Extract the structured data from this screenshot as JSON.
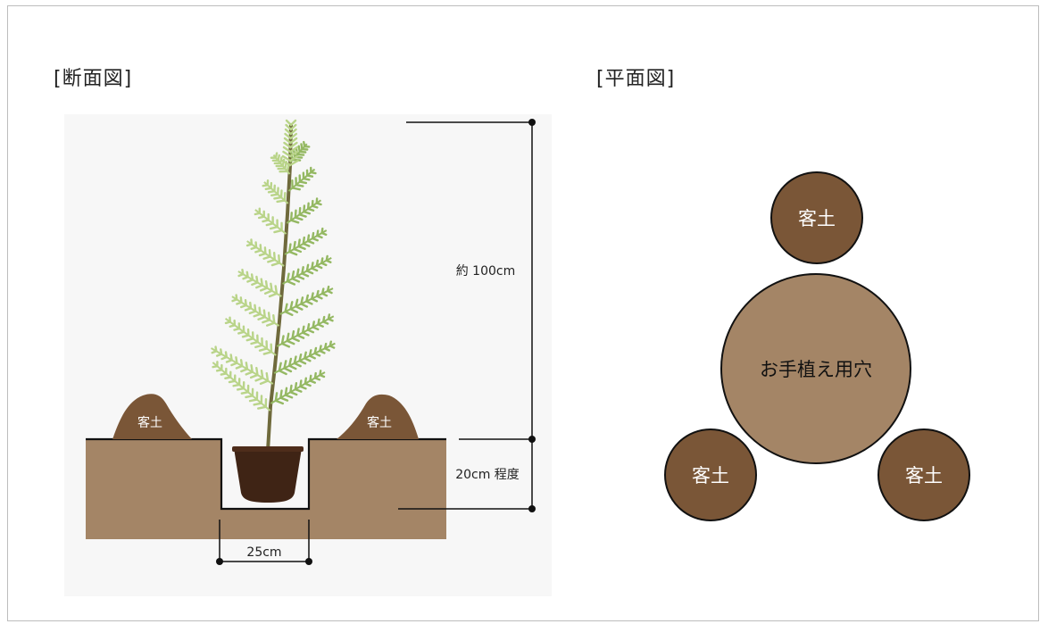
{
  "section": {
    "title": "[断面図]",
    "height_label": "約 100cm",
    "depth_label": "20cm 程度",
    "width_label": "25cm",
    "soil_left": "客土",
    "soil_right": "客土"
  },
  "plan": {
    "title": "[平面図]",
    "hole_label": "お手植え用穴",
    "soil_top": "客土",
    "soil_left": "客土",
    "soil_right": "客土"
  },
  "colors": {
    "ground": "#a48566",
    "soil_mound": "#7a5637",
    "pot": "#3f2415",
    "hole_circle": "#a48566",
    "soil_circle": "#7a5637",
    "foliage_light": "#b9d489",
    "foliage_mid": "#94b862",
    "trunk": "#6f6a3c"
  }
}
